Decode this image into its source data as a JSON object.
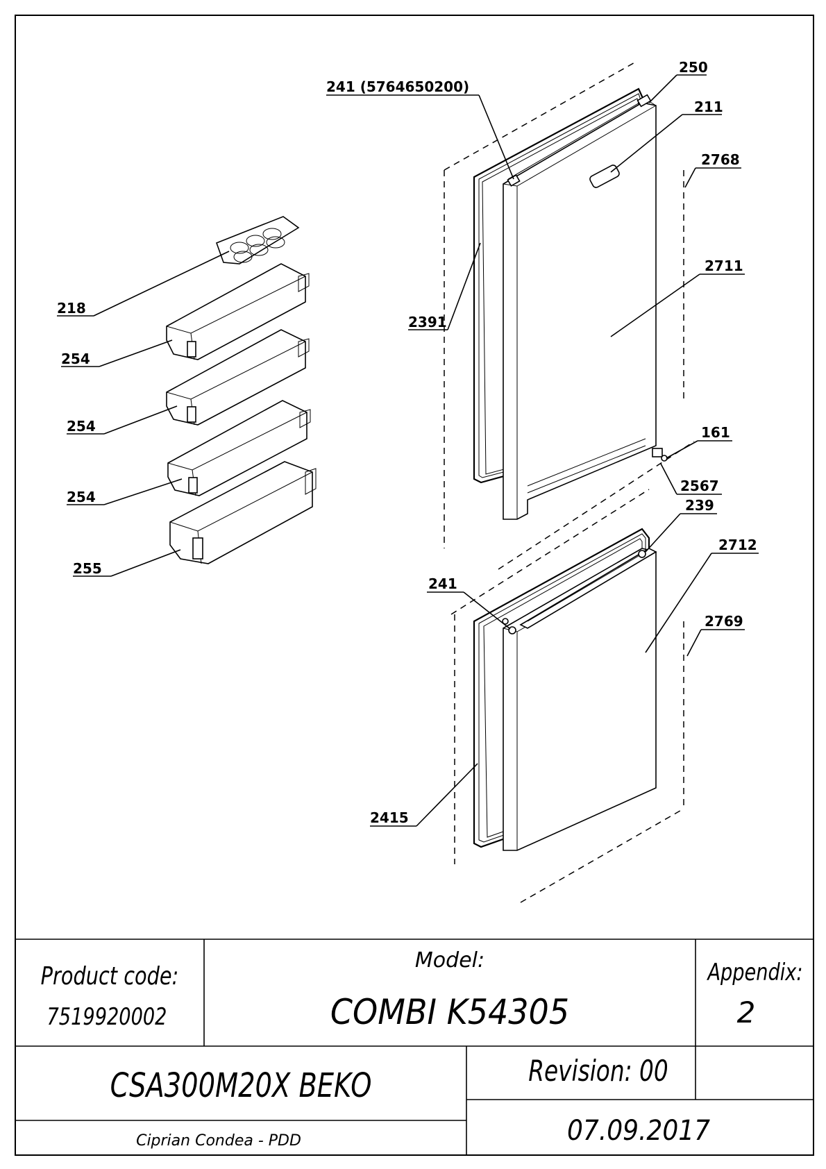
{
  "callouts": [
    {
      "id": "c-241-top",
      "text": "241 (5764650200)"
    },
    {
      "id": "c-250",
      "text": "250"
    },
    {
      "id": "c-211",
      "text": "211"
    },
    {
      "id": "c-2768",
      "text": "2768"
    },
    {
      "id": "c-2711",
      "text": "2711"
    },
    {
      "id": "c-2391",
      "text": "2391"
    },
    {
      "id": "c-218",
      "text": "218"
    },
    {
      "id": "c-254-a",
      "text": "254"
    },
    {
      "id": "c-254-b",
      "text": "254"
    },
    {
      "id": "c-254-c",
      "text": "254"
    },
    {
      "id": "c-255",
      "text": "255"
    },
    {
      "id": "c-161",
      "text": "161"
    },
    {
      "id": "c-2567",
      "text": "2567"
    },
    {
      "id": "c-239",
      "text": "239"
    },
    {
      "id": "c-2712",
      "text": "2712"
    },
    {
      "id": "c-241-bottom",
      "text": "241"
    },
    {
      "id": "c-2769",
      "text": "2769"
    },
    {
      "id": "c-2415",
      "text": "2415"
    }
  ],
  "title_block": {
    "product_code_label": "Product code:",
    "product_code_value": "7519920002",
    "model_label": "Model:",
    "model_value": "COMBI K54305",
    "appendix_label": "Appendix:",
    "appendix_value": "2",
    "product_name": "CSA300M20X BEKO",
    "revision": "Revision: 00",
    "author": "Ciprian Condea - PDD",
    "date": "07.09.2017"
  }
}
